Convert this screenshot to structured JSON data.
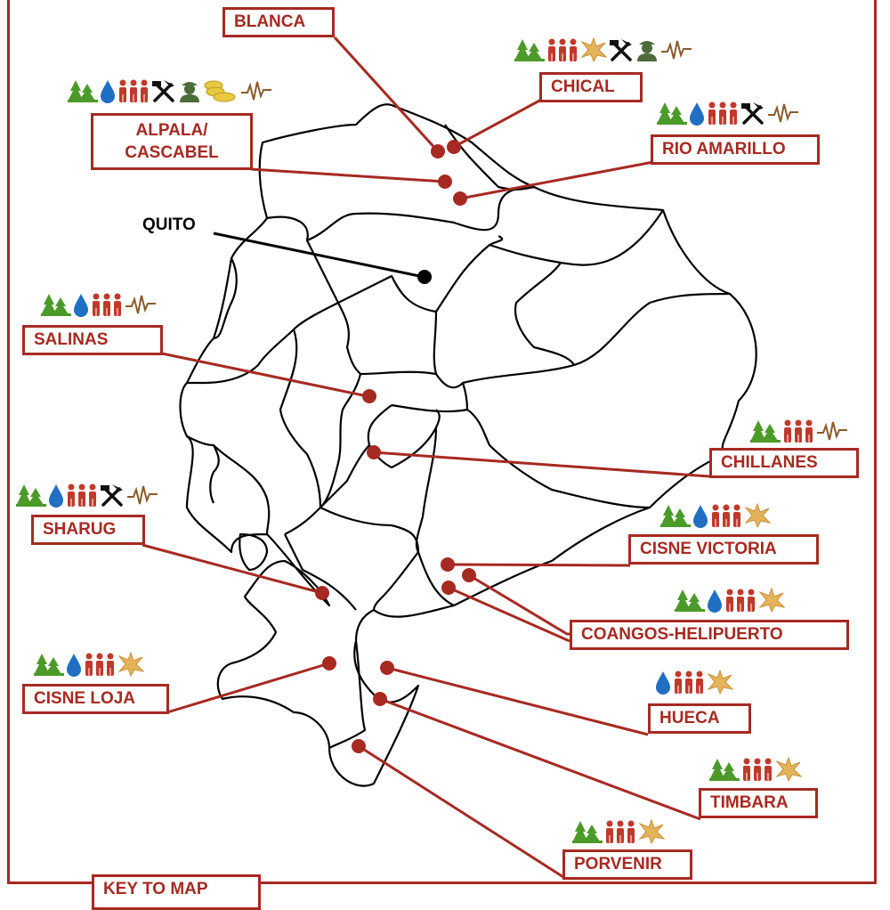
{
  "capital": {
    "name": "QUITO"
  },
  "key": {
    "label": "KEY TO MAP"
  },
  "colors": {
    "accent": "#a62a22",
    "forest": "#4c9a2a",
    "water": "#1f6fc2",
    "people": "#c0392b",
    "mining": "#111111",
    "military": "#4e6b3a",
    "gold": "#e8c840",
    "star": "#e4b35a",
    "seismic": "#8b5a2b",
    "border": "#000000"
  },
  "sites": [
    {
      "name": "BLANCA",
      "icons": []
    },
    {
      "name": "CHICAL",
      "icons": [
        "forest-icon",
        "people-icon",
        "star-icon",
        "mining-icon",
        "military-icon",
        "seismic-icon"
      ]
    },
    {
      "name": "ALPALA/\nCASCABEL",
      "icons": [
        "forest-icon",
        "water-icon",
        "people-icon",
        "mining-icon",
        "military-icon",
        "coins-icon",
        "seismic-icon"
      ]
    },
    {
      "name": "RIO AMARILLO",
      "icons": [
        "forest-icon",
        "water-icon",
        "people-icon",
        "mining-icon",
        "seismic-icon"
      ]
    },
    {
      "name": "SALINAS",
      "icons": [
        "forest-icon",
        "water-icon",
        "people-icon",
        "seismic-icon"
      ]
    },
    {
      "name": "CHILLANES",
      "icons": [
        "forest-icon",
        "people-icon",
        "seismic-icon"
      ]
    },
    {
      "name": "SHARUG",
      "icons": [
        "forest-icon",
        "water-icon",
        "people-icon",
        "mining-icon",
        "seismic-icon"
      ]
    },
    {
      "name": "CISNE VICTORIA",
      "icons": [
        "forest-icon",
        "water-icon",
        "people-icon",
        "star-icon"
      ]
    },
    {
      "name": "COANGOS-HELIPUERTO",
      "icons": [
        "forest-icon",
        "water-icon",
        "people-icon",
        "star-icon"
      ]
    },
    {
      "name": "CISNE LOJA",
      "icons": [
        "forest-icon",
        "water-icon",
        "people-icon",
        "star-icon"
      ]
    },
    {
      "name": "HUECA",
      "icons": [
        "water-icon",
        "people-icon",
        "star-icon"
      ]
    },
    {
      "name": "TIMBARA",
      "icons": [
        "forest-icon",
        "people-icon",
        "star-icon"
      ]
    },
    {
      "name": "PORVENIR",
      "icons": [
        "forest-icon",
        "people-icon",
        "star-icon"
      ]
    }
  ]
}
